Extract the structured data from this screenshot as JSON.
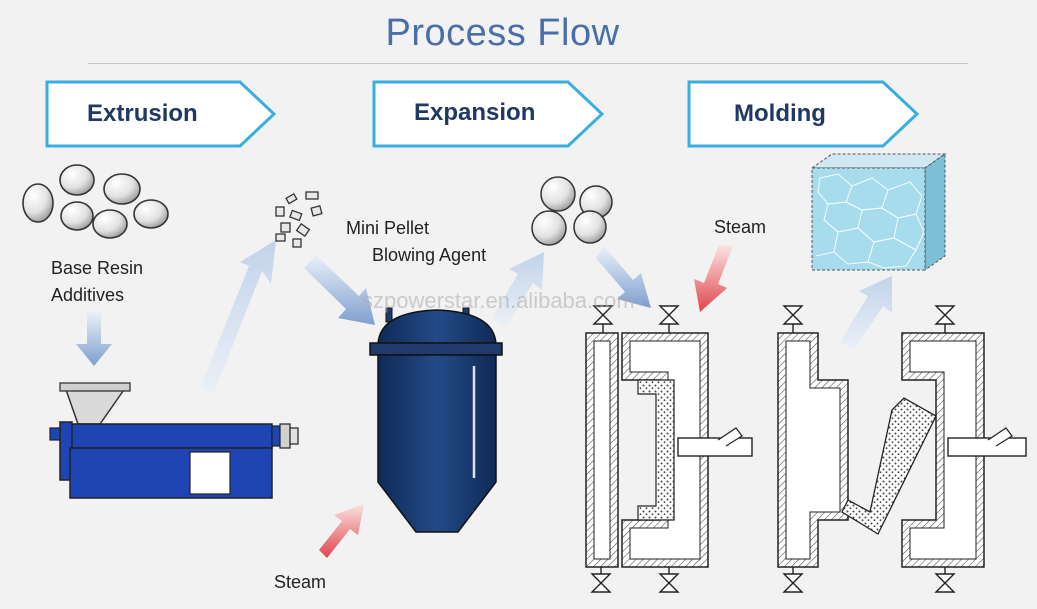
{
  "title": "Process Flow",
  "stages": [
    {
      "label": "Extrusion"
    },
    {
      "label": "Expansion"
    },
    {
      "label": "Molding"
    }
  ],
  "labels": {
    "base_resin": "Base Resin",
    "additives": "Additives",
    "mini_pellet": "Mini Pellet",
    "blowing_agent": "Blowing Agent",
    "steam_bottom": "Steam",
    "steam_top": "Steam"
  },
  "watermark": "szpowerstar.en.alibaba.com",
  "colors": {
    "title": "#4a6fa8",
    "chevron_border": "#3aaee0",
    "stage_text": "#1f3864",
    "extruder": "#1f45b5",
    "vessel": "#1f3a6b",
    "foam_block": "#9fd8ea",
    "flow_arrow": "#c9d9ee",
    "steam_arrow": "#e0595c"
  }
}
